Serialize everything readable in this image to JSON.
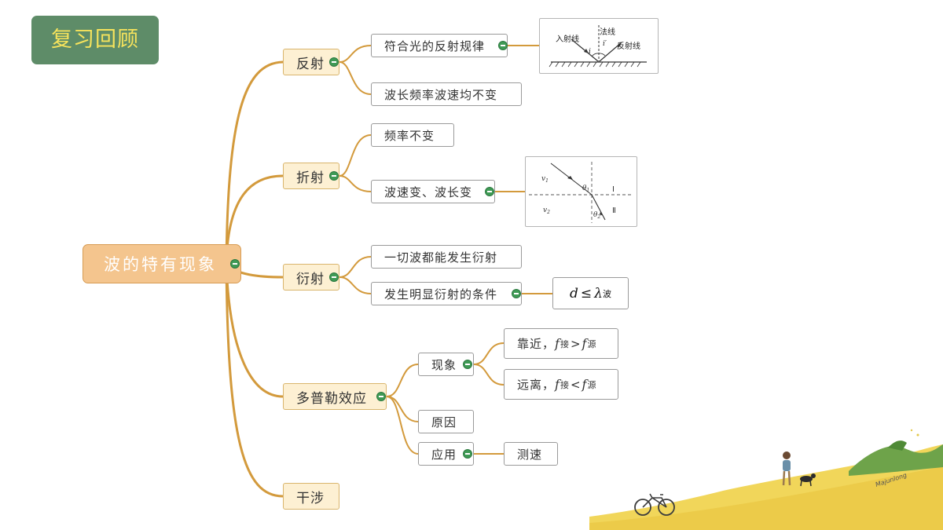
{
  "header": {
    "title": "复习回顾"
  },
  "root": {
    "label": "波的特有现象"
  },
  "reflection": {
    "label": "反射",
    "items": [
      "符合光的反射规律",
      "波长频率波速均不变"
    ],
    "figure": {
      "incident": "入射线",
      "normal": "法线",
      "reflected": "反射线",
      "angle_i": "i",
      "angle_r": "i′"
    }
  },
  "refraction": {
    "label": "折射",
    "items": [
      "频率不变",
      "波速变、波长变"
    ],
    "figure": {
      "v1": "v",
      "v1_sub": "1",
      "v2": "v",
      "v2_sub": "2",
      "theta1": "θ",
      "theta1_sub": "1",
      "theta2": "θ",
      "theta2_sub": "2",
      "medium1": "Ⅰ",
      "medium2": "Ⅱ"
    }
  },
  "diffraction": {
    "label": "衍射",
    "items": [
      "一切波都能发生衍射",
      "发生明显衍射的条件"
    ],
    "condition": {
      "lhs": "d",
      "op": "≤",
      "lambda": "λ",
      "sub": "波"
    }
  },
  "doppler": {
    "label": "多普勒效应",
    "phenomenon": {
      "label": "现象",
      "near": {
        "text": "靠近，",
        "f1": "f",
        "sub1": "接",
        "op": ">",
        "f2": "f",
        "sub2": "源"
      },
      "far": {
        "text": "远离，",
        "f1": "f",
        "sub1": "接",
        "op": "<",
        "f2": "f",
        "sub2": "源"
      }
    },
    "cause": {
      "label": "原因"
    },
    "application": {
      "label": "应用",
      "items": [
        "测速"
      ]
    }
  },
  "interference": {
    "label": "干涉"
  },
  "decoration": {
    "signature": "Majunlong"
  },
  "colors": {
    "connector": "#d39a3c",
    "title_bg": "#5e8c68",
    "title_text": "#f6e35c",
    "root_bg": "#f4c58e",
    "toggle": "#3f9a55"
  }
}
